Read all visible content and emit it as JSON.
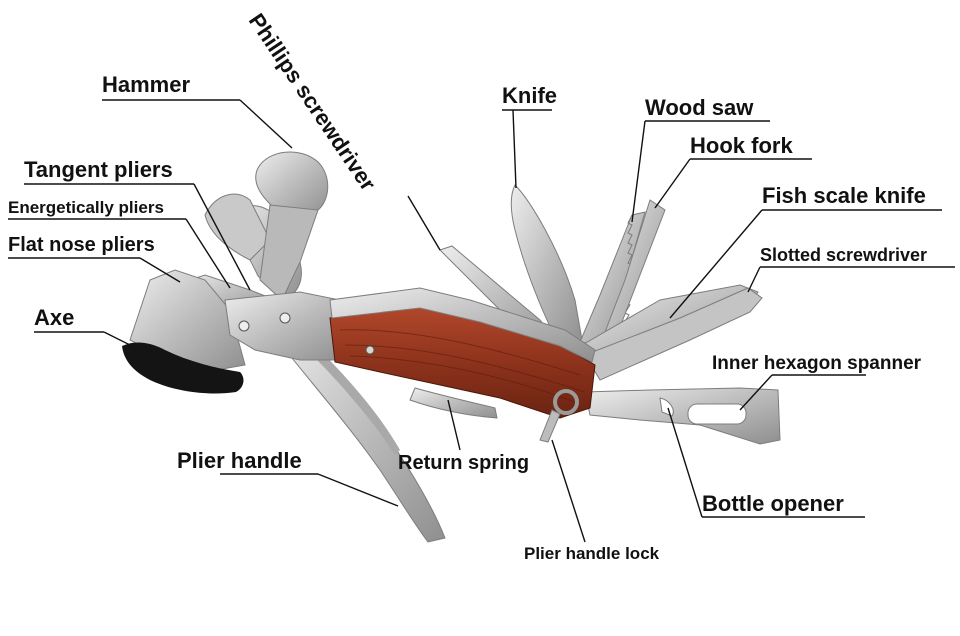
{
  "labels": {
    "hammer": "Hammer",
    "phillips": "Phillips screwdriver",
    "knife": "Knife",
    "wood_saw": "Wood saw",
    "hook_fork": "Hook fork",
    "tangent_pliers": "Tangent pliers",
    "energetically_pliers": "Energetically pliers",
    "flat_nose_pliers": "Flat nose pliers",
    "fish_scale_knife": "Fish scale knife",
    "slotted_screwdriver": "Slotted screwdriver",
    "axe": "Axe",
    "inner_hexagon": "Inner hexagon spanner",
    "plier_handle": "Plier handle",
    "return_spring": "Return spring",
    "bottle_opener": "Bottle opener",
    "plier_handle_lock": "Plier handle lock"
  },
  "colors": {
    "steel": "#cfcfcf",
    "steel_dark": "#9a9a9a",
    "wood": "#9a3a22",
    "wood_dark": "#6e2412",
    "axe_cover": "#141414",
    "text": "#111111"
  }
}
